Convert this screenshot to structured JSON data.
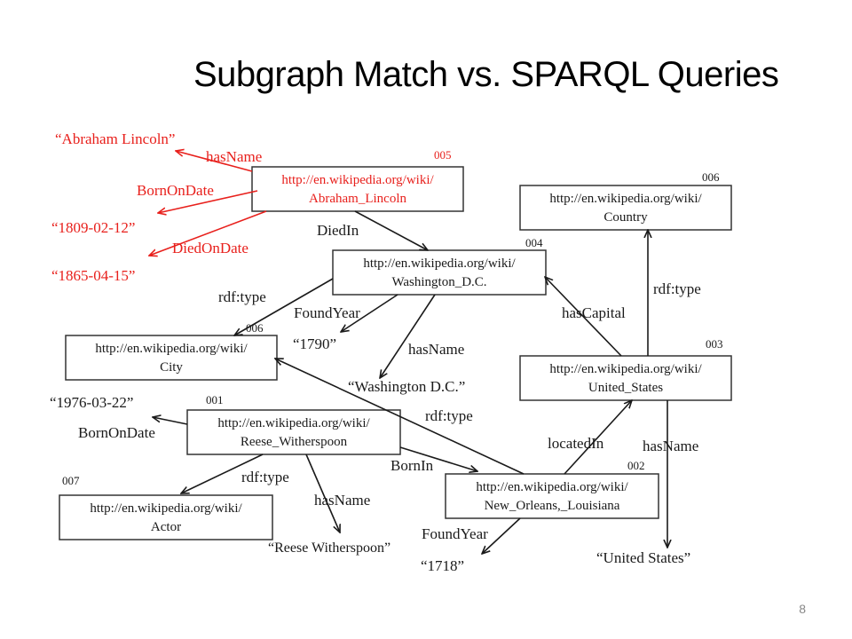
{
  "slide": {
    "title": "Subgraph Match vs. SPARQL Queries",
    "page_number": "8"
  },
  "colors": {
    "highlight": "#e8201c",
    "default": "#1a1a1a"
  },
  "nodes": {
    "n005": {
      "id": "005",
      "line1": "http://en.wikipedia.org/wiki/",
      "line2": "Abraham_Lincoln"
    },
    "n004": {
      "id": "004",
      "line1": "http://en.wikipedia.org/wiki/",
      "line2": "Washington_D.C."
    },
    "n006a": {
      "id": "006",
      "line1": "http://en.wikipedia.org/wiki/",
      "line2": "City"
    },
    "n006b": {
      "id": "006",
      "line1": "http://en.wikipedia.org/wiki/",
      "line2": "Country"
    },
    "n003": {
      "id": "003",
      "line1": "http://en.wikipedia.org/wiki/",
      "line2": "United_States"
    },
    "n001": {
      "id": "001",
      "line1": "http://en.wikipedia.org/wiki/",
      "line2": "Reese_Witherspoon"
    },
    "n002": {
      "id": "002",
      "line1": "http://en.wikipedia.org/wiki/",
      "line2": "New_Orleans,_Louisiana"
    },
    "n007": {
      "id": "007",
      "line1": "http://en.wikipedia.org/wiki/",
      "line2": "Actor"
    }
  },
  "literals": {
    "abraham_name": "“Abraham Lincoln”",
    "born_1809": "“1809-02-12”",
    "died_1865": "“1865-04-15”",
    "year_1790": "“1790”",
    "washington_name": "“Washington D.C.”",
    "born_1976": "“1976-03-22”",
    "reese_name": "“Reese Witherspoon”",
    "year_1718": "“1718”",
    "us_name": "“United States”"
  },
  "edges": {
    "hasName_red": "hasName",
    "bornOnDate_red": "BornOnDate",
    "diedOnDate_red": "DiedOnDate",
    "diedIn": "DiedIn",
    "rdftype_dc": "rdf:type",
    "foundYear_dc": "FoundYear",
    "hasName_dc": "hasName",
    "hasCapital": "hasCapital",
    "rdftype_us": "rdf:type",
    "bornOnDate_rw": "BornOnDate",
    "rdftype_no": "rdf:type",
    "bornIn": "BornIn",
    "locatedIn": "locatedIn",
    "hasName_us": "hasName",
    "rdftype_rw": "rdf:type",
    "hasName_rw": "hasName",
    "foundYear_no": "FoundYear"
  }
}
